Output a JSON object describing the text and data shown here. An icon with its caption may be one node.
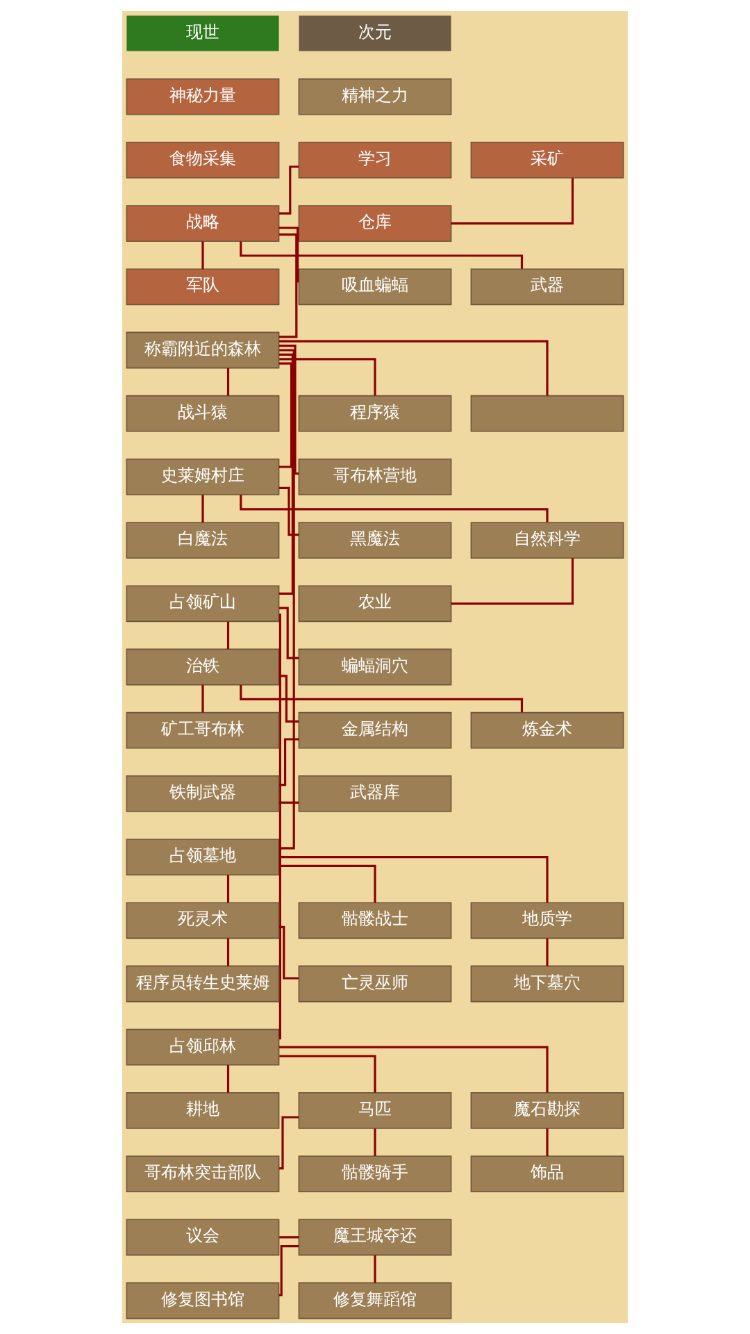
{
  "diagram": {
    "nodes": [
      {
        "text": [
          "神秘力量"
        ]
      },
      {
        "text": [
          "精神之力"
        ]
      },
      {
        "text": [
          "食物采集"
        ]
      },
      {
        "text": [
          "学习"
        ]
      },
      {
        "text": [
          "采矿"
        ]
      },
      {
        "text": [
          "战略"
        ]
      },
      {
        "text": [
          "仓库"
        ]
      },
      {
        "text": [
          "军队"
        ]
      },
      {
        "text": [
          "吸血蝙蝠"
        ]
      },
      {
        "text": [
          "武器"
        ]
      },
      {
        "text": [
          "称霸附近的森林"
        ]
      },
      {
        "text": [
          "战斗猿"
        ]
      },
      {
        "text": [
          "程序猿"
        ]
      },
      {
        "text": [],
        "shape": "box"
      },
      {
        "text": [
          "史莱姆村庄"
        ]
      },
      {
        "text": [
          "哥布林营地"
        ]
      },
      {
        "text": [
          "白魔法"
        ]
      },
      {
        "text": [
          "黑魔法"
        ]
      },
      {
        "text": [
          "自然科学"
        ]
      },
      {
        "text": [
          "农业"
        ]
      },
      {
        "text": [
          "占领矿山"
        ]
      },
      {
        "text": [
          "治铁"
        ]
      },
      {
        "text": [
          "蝙蝠洞穴"
        ]
      },
      {
        "text": [
          "矿工哥布林"
        ]
      },
      {
        "text": [
          "金属结构"
        ]
      },
      {
        "text": [
          "炼金术"
        ]
      },
      {
        "text": [
          "铁制武器"
        ]
      },
      {
        "text": [
          "武器库"
        ]
      },
      {
        "text": [
          "占领墓地"
        ]
      },
      {
        "text": [
          "死灵术"
        ]
      },
      {
        "text": [
          "骷髅战士"
        ]
      },
      {
        "text": [
          "地质学"
        ]
      },
      {
        "text": [
          "程序员转生史莱姆"
        ]
      },
      {
        "text": [
          "亡灵巫师"
        ]
      },
      {
        "text": [
          "地下墓穴"
        ]
      },
      {
        "text": [
          "占领邱林"
        ]
      },
      {
        "text": [
          "耕地"
        ]
      },
      {
        "text": [
          "马匹"
        ]
      },
      {
        "text": [
          "魔石勘探"
        ]
      },
      {
        "text": [
          "哥布林突击部队"
        ]
      },
      {
        "text": [
          "骷髅骑手"
        ]
      },
      {
        "text": [
          "饰品"
        ]
      },
      {
        "text": [
          "议会"
        ]
      },
      {
        "text": [
          "魔王城夺还"
        ]
      },
      {
        "text": [
          "修复图书馆"
        ]
      },
      {
        "text": [
          "修复舞蹈馆"
        ]
      }
    ],
    "edges": [
      {
        "from": 3,
        "to": 5,
        "arrow": "none"
      },
      {
        "from": 4,
        "to": 6,
        "arrow": "none"
      },
      {
        "from": 5,
        "to": 7,
        "arrow": "none"
      },
      {
        "from": 5,
        "to": 8,
        "arrow": "none"
      },
      {
        "from": 5,
        "to": 9,
        "arrow": "none"
      },
      {
        "from": 5,
        "to": 10,
        "arrow": "none"
      },
      {
        "from": 10,
        "to": 11,
        "arrow": "none"
      },
      {
        "from": 10,
        "to": 12,
        "arrow": "none"
      },
      {
        "from": 10,
        "to": 13,
        "arrow": "none"
      },
      {
        "from": 10,
        "to": 14,
        "arrow": "none"
      },
      {
        "from": 10,
        "to": 15,
        "arrow": "none"
      },
      {
        "from": 14,
        "to": 16,
        "arrow": "none"
      },
      {
        "from": 14,
        "to": 17,
        "arrow": "none"
      },
      {
        "from": 14,
        "to": 18,
        "arrow": "none"
      },
      {
        "from": 18,
        "to": 19,
        "arrow": "none"
      },
      {
        "from": 10,
        "to": 20,
        "arrow": "none"
      },
      {
        "from": 20,
        "to": 21,
        "arrow": "none"
      },
      {
        "from": 20,
        "to": 22,
        "arrow": "none"
      },
      {
        "from": 21,
        "to": 23,
        "arrow": "none"
      },
      {
        "from": 21,
        "to": 24,
        "arrow": "none"
      },
      {
        "from": 21,
        "to": 25,
        "arrow": "none"
      },
      {
        "from": 24,
        "to": 26,
        "arrow": "none"
      },
      {
        "from": 26,
        "to": 27,
        "arrow": "none"
      },
      {
        "from": 10,
        "to": 28,
        "arrow": "none"
      },
      {
        "from": 28,
        "to": 29,
        "arrow": "none"
      },
      {
        "from": 28,
        "to": 30,
        "arrow": "none"
      },
      {
        "from": 28,
        "to": 31,
        "arrow": "none"
      },
      {
        "from": 29,
        "to": 32,
        "arrow": "none"
      },
      {
        "from": 29,
        "to": 33,
        "arrow": "none"
      },
      {
        "from": 31,
        "to": 34,
        "arrow": "none"
      },
      {
        "from": 20,
        "to": 35,
        "arrow": "none"
      },
      {
        "from": 35,
        "to": 36,
        "arrow": "none"
      },
      {
        "from": 35,
        "to": 37,
        "arrow": "none"
      },
      {
        "from": 35,
        "to": 38,
        "arrow": "none"
      },
      {
        "from": 37,
        "to": 39,
        "arrow": "none"
      },
      {
        "from": 37,
        "to": 40,
        "arrow": "none"
      },
      {
        "from": 38,
        "to": 41,
        "arrow": "none"
      },
      {
        "from": 42,
        "to": 43,
        "arrow": "none"
      },
      {
        "from": 43,
        "to": 44,
        "arrow": "none"
      },
      {
        "from": 43,
        "to": 45,
        "arrow": "none"
      }
    ],
    "labels": [
      "现世",
      "次元"
    ]
  }
}
